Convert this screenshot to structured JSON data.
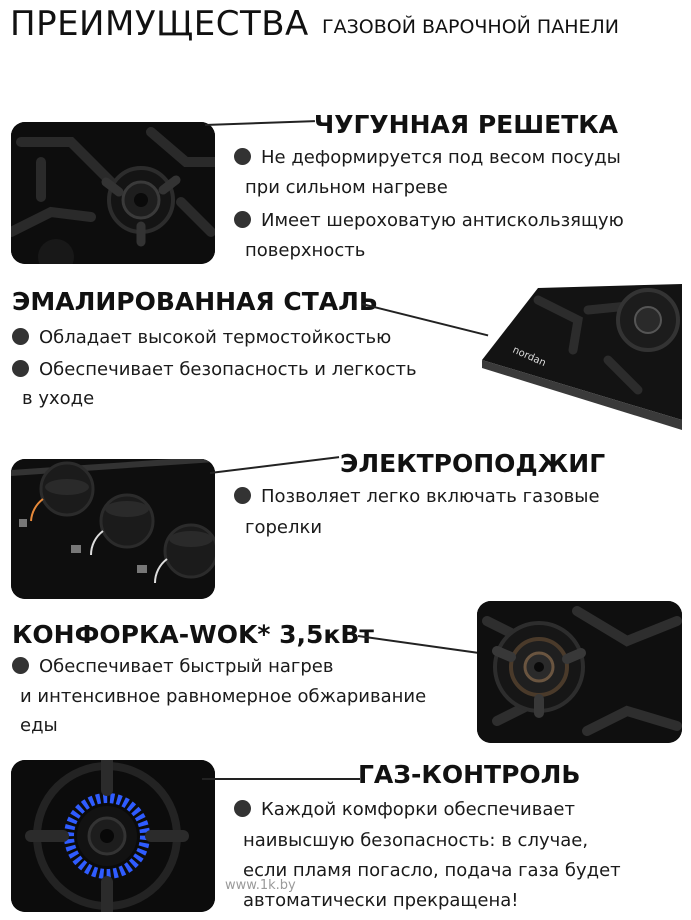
{
  "header": {
    "title": "ПРЕИМУЩЕСТВА",
    "subtitle": "ГАЗОВОЙ ВАРОЧНОЙ ПАНЕЛИ"
  },
  "features": [
    {
      "heading": "ЧУГУННАЯ РЕШЕТКА",
      "bullets": [
        [
          "Не деформируется под весом посуды",
          "при сильном нагреве"
        ],
        [
          "Имеет шероховатую антискользящую",
          "поверхность"
        ]
      ]
    },
    {
      "heading": "ЭМАЛИРОВАННАЯ СТАЛЬ",
      "bullets": [
        [
          "Обладает высокой термостойкостью"
        ],
        [
          "Обеспечивает безопасность и легкость",
          "в уходе"
        ]
      ],
      "brand": "nordan"
    },
    {
      "heading": "ЭЛЕКТРОПОДЖИГ",
      "bullets": [
        [
          "Позволяет легко включать газовые",
          "горелки"
        ]
      ]
    },
    {
      "heading": "КОНФОРКА-WOK* 3,5кВт",
      "bullets": [
        [
          "Обеспечивает быстрый нагрев",
          "и интенсивное равномерное обжаривание",
          "еды"
        ]
      ]
    },
    {
      "heading": "ГАЗ-КОНТРОЛЬ",
      "bullets": [
        [
          "Каждой комфорки обеспечивает",
          "наивысшую безопасность: в случае,",
          "если пламя погасло, подача газа будет",
          "автоматически прекращена!"
        ]
      ]
    }
  ],
  "watermark": "www.1k.by",
  "colors": {
    "text": "#111111",
    "bullet": "#333333",
    "photo_bg": "#0b0b0b",
    "flame": "#2f5cff"
  },
  "icons": [
    "bullet-dot-icon"
  ]
}
